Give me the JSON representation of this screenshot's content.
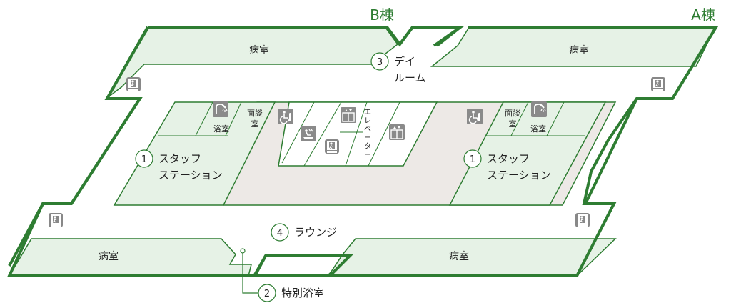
{
  "buildings": {
    "b": "B棟",
    "a": "A棟"
  },
  "rooms": {
    "ward_top_left": "病室",
    "ward_top_right": "病室",
    "ward_bottom_left": "病室",
    "ward_bottom_right": "病室",
    "bath_left": "浴室",
    "bath_right": "浴室",
    "interview_left": [
      "面談",
      "室"
    ],
    "interview_right": [
      "面談",
      "室"
    ],
    "elevator": [
      "エ",
      "レ",
      "ベ",
      "ー",
      "タ",
      "ー"
    ]
  },
  "callouts": [
    {
      "num": "1",
      "lines": [
        "スタッフ",
        "ステーション"
      ]
    },
    {
      "num": "1",
      "lines": [
        "スタッフ",
        "ステーション"
      ]
    },
    {
      "num": "2",
      "lines": [
        "特別浴室"
      ]
    },
    {
      "num": "3",
      "lines": [
        "デイ",
        "ルーム"
      ]
    },
    {
      "num": "4",
      "lines": [
        "ラウンジ"
      ]
    }
  ],
  "icons": {
    "emergency_exit": "非常口",
    "names": [
      "emergency-exit-icon",
      "shower-icon",
      "wheelchair-toilet-icon",
      "elevator-icon",
      "bathing-icon"
    ]
  },
  "colors": {
    "wall": "#2e7d32",
    "room_fill": "#e6f2e6",
    "core_fill": "#ede9e6",
    "icon_bg": "#8c8c8c"
  }
}
